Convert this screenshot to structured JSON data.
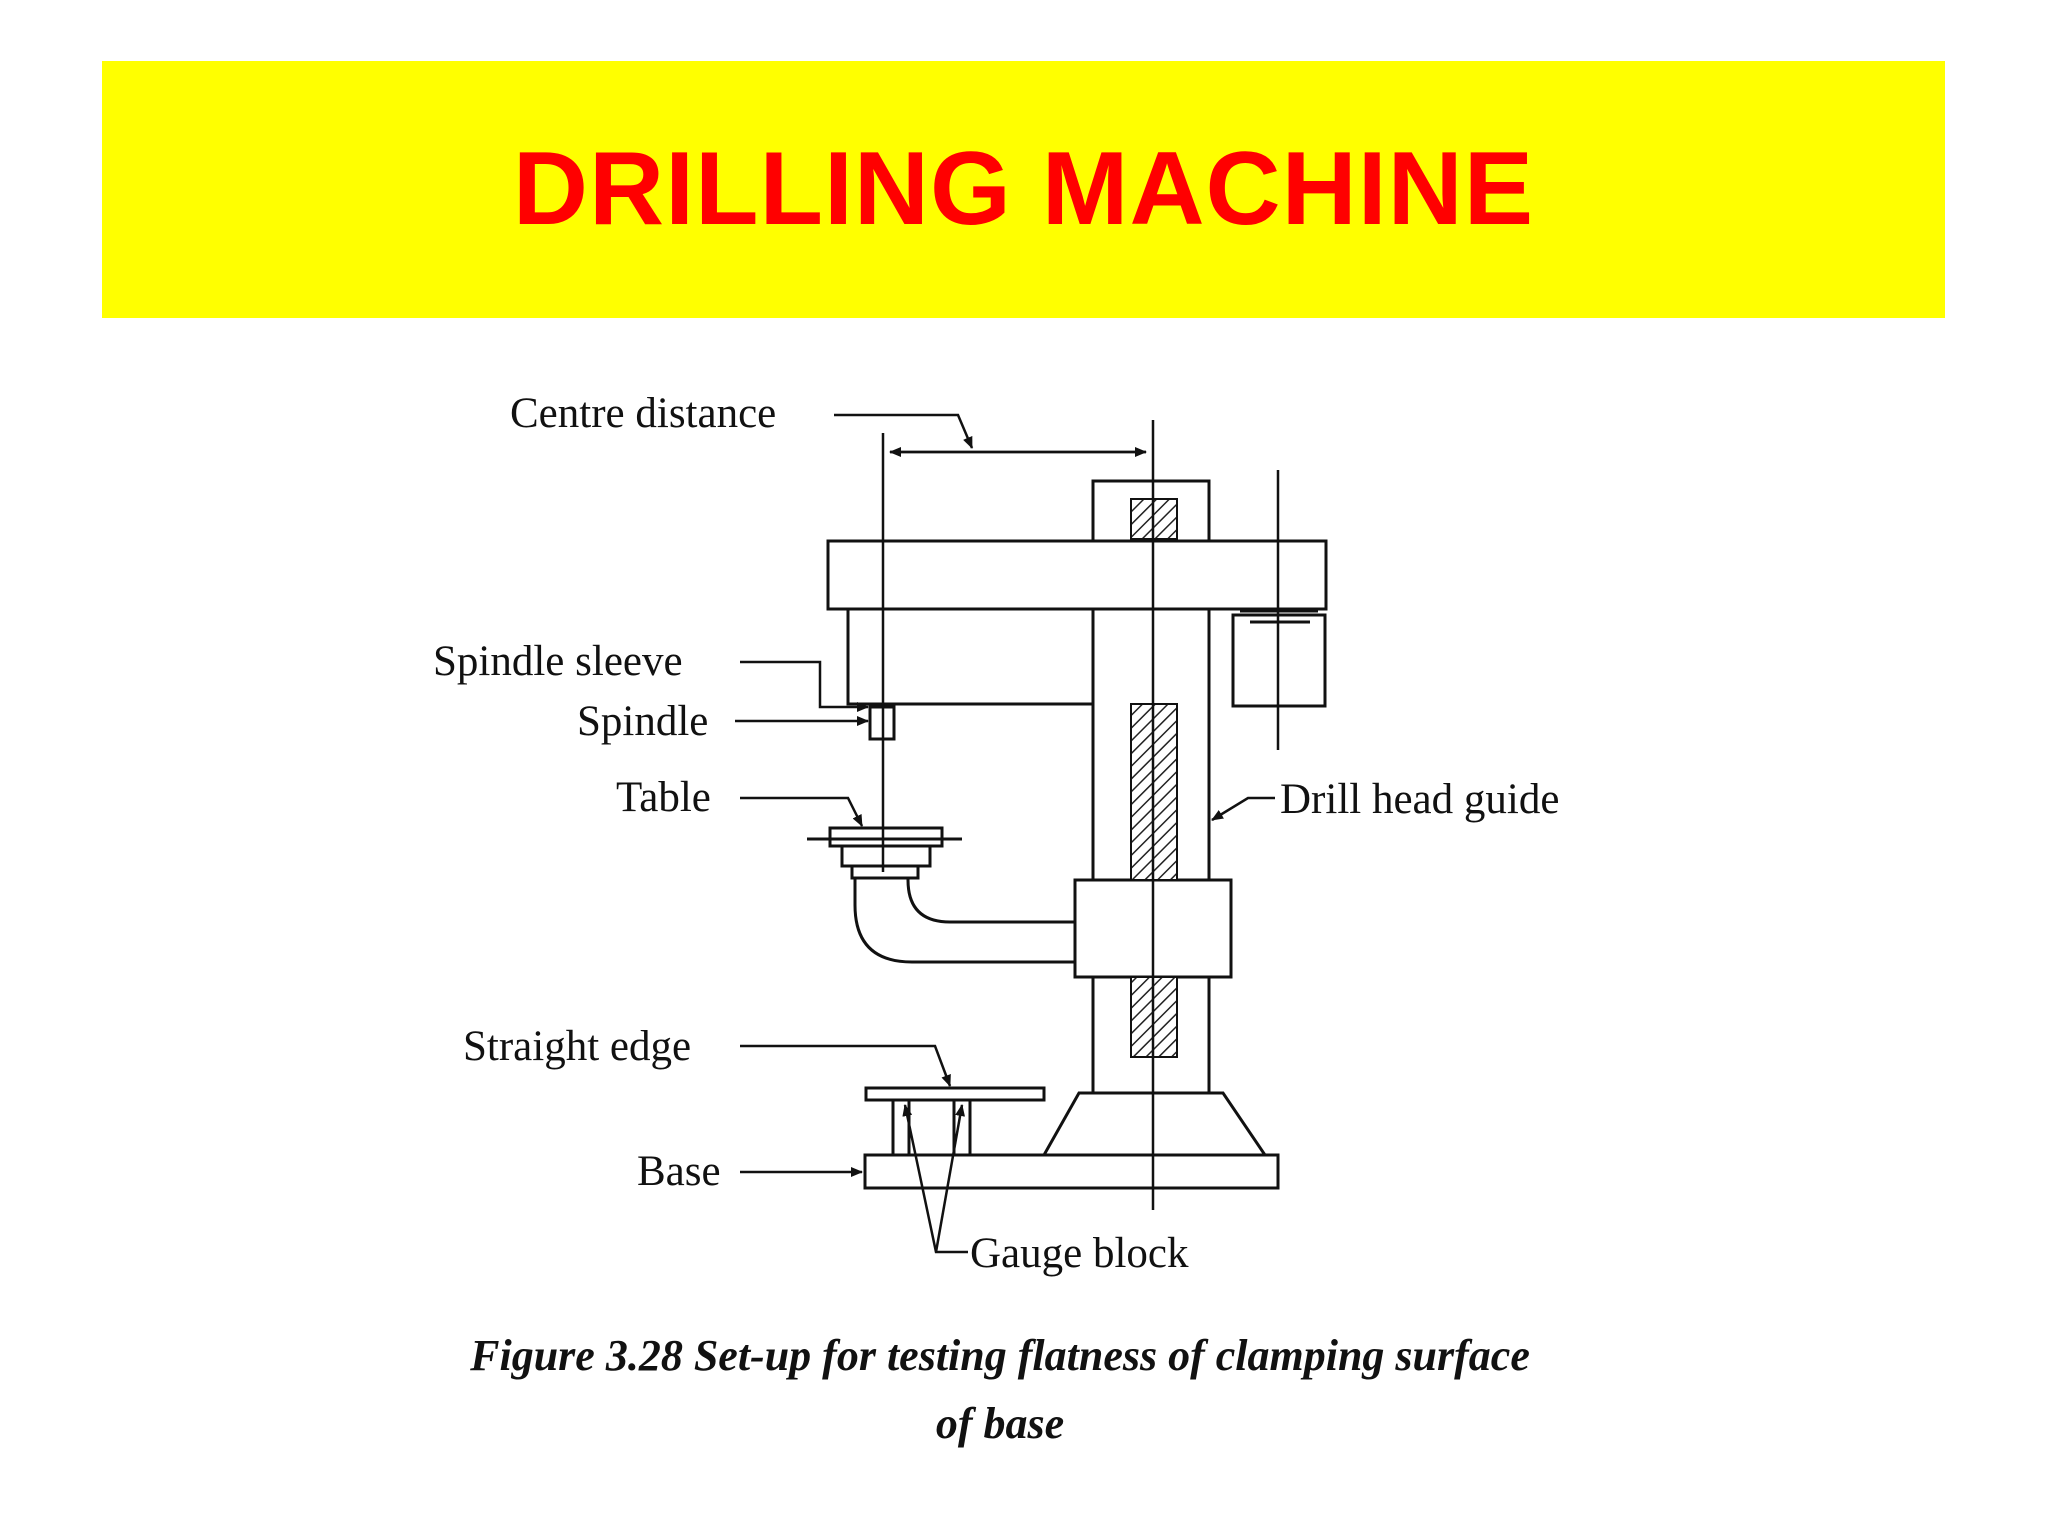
{
  "slide": {
    "title": "DRILLING MACHINE",
    "colors": {
      "banner": "#ffff00",
      "title": "#ff0000"
    }
  },
  "diagram": {
    "labels": {
      "centre_distance": "Centre distance",
      "spindle_sleeve": "Spindle sleeve",
      "spindle": "Spindle",
      "table": "Table",
      "drill_head_guide": "Drill head guide",
      "straight_edge": "Straight edge",
      "base": "Base",
      "gauge_block": "Gauge block"
    },
    "caption_line1": "Figure 3.28 Set-up for testing flatness of clamping surface",
    "caption_line2": "of base"
  }
}
